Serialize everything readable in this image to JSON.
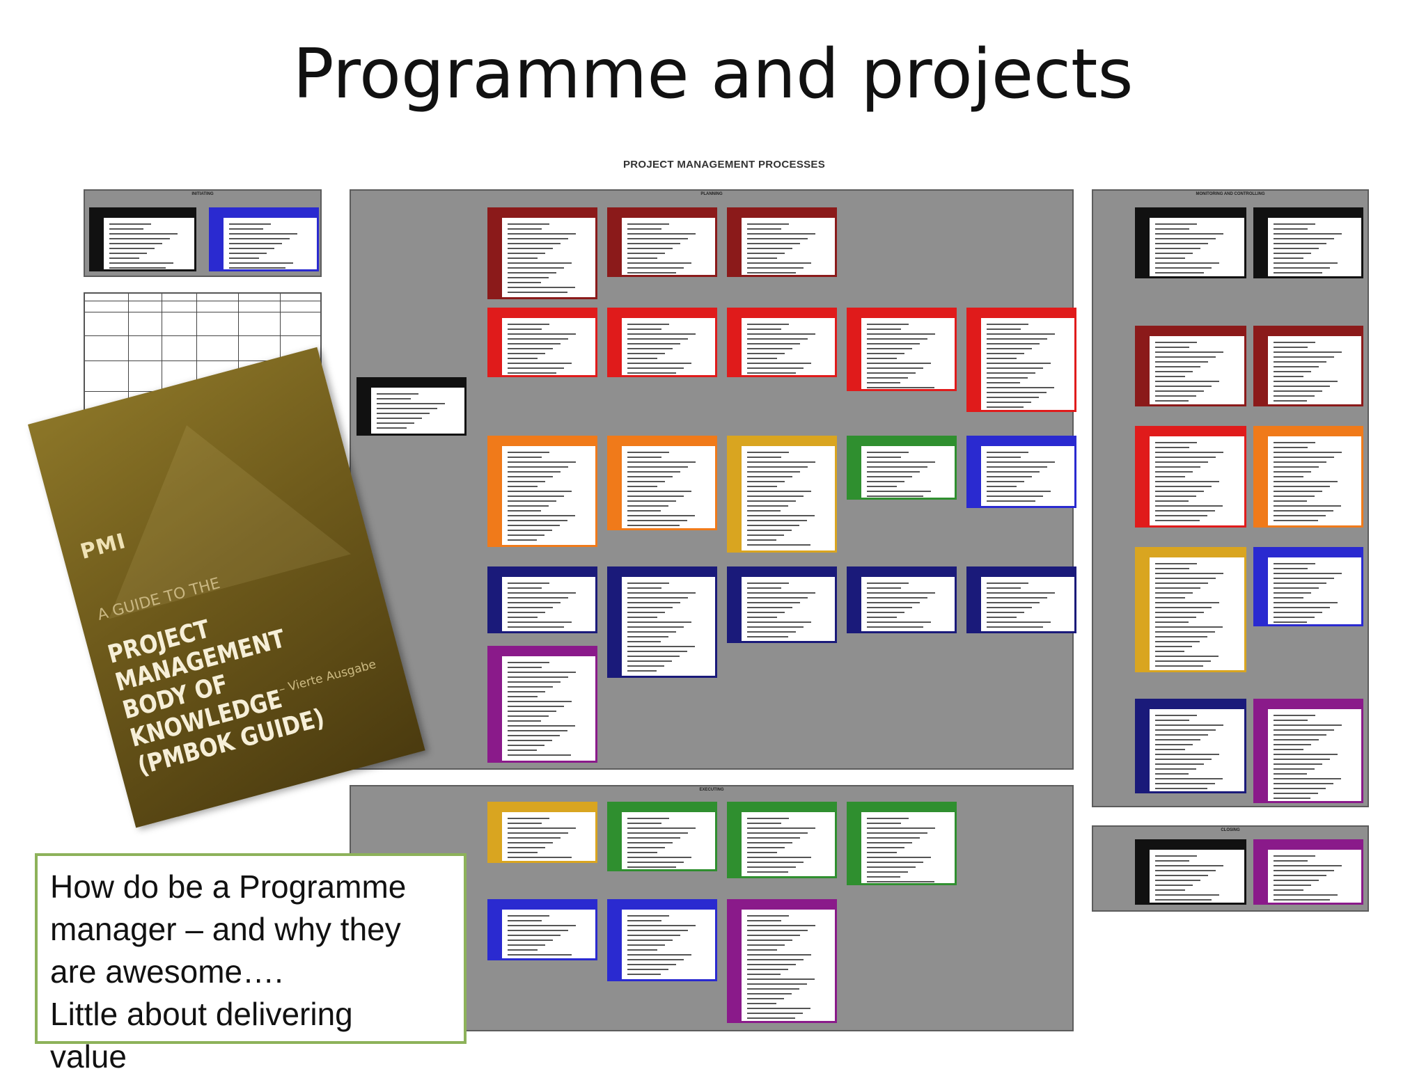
{
  "slide": {
    "title": "Programme and projects"
  },
  "poster": {
    "heading": "PROJECT MANAGEMENT PROCESSES",
    "initiating_label": "INITIATING",
    "planning_label": "PLANNING",
    "monitoring_label": "MONITORING AND CONTROLLING",
    "executing_label": "EXECUTING",
    "closing_label": "CLOSING"
  },
  "book": {
    "logo": "PMI",
    "guide_line": "A GUIDE TO THE",
    "title_lines": [
      "PROJECT MANAGEMENT",
      "BODY OF KNOWLEDGE",
      "(PMBOK GUIDE)"
    ],
    "edition": "– Vierte Ausgabe"
  },
  "callout": {
    "lines": [
      "How do be a Programme",
      "manager – and why they",
      "are awesome….",
      "Little about delivering",
      "value"
    ]
  },
  "colors": {
    "callout_border": "#8db25a",
    "panel_grey": "#8f8f8f",
    "process_red_dark": "#8b1a1a",
    "process_red": "#e01b1b",
    "process_orange": "#f07a1a",
    "process_yellow": "#d9a520",
    "process_green": "#2f8f2f",
    "process_blue": "#2a2ad0",
    "process_navy": "#1a1a7a",
    "process_purple": "#8a1a8a",
    "process_black": "#111111"
  }
}
